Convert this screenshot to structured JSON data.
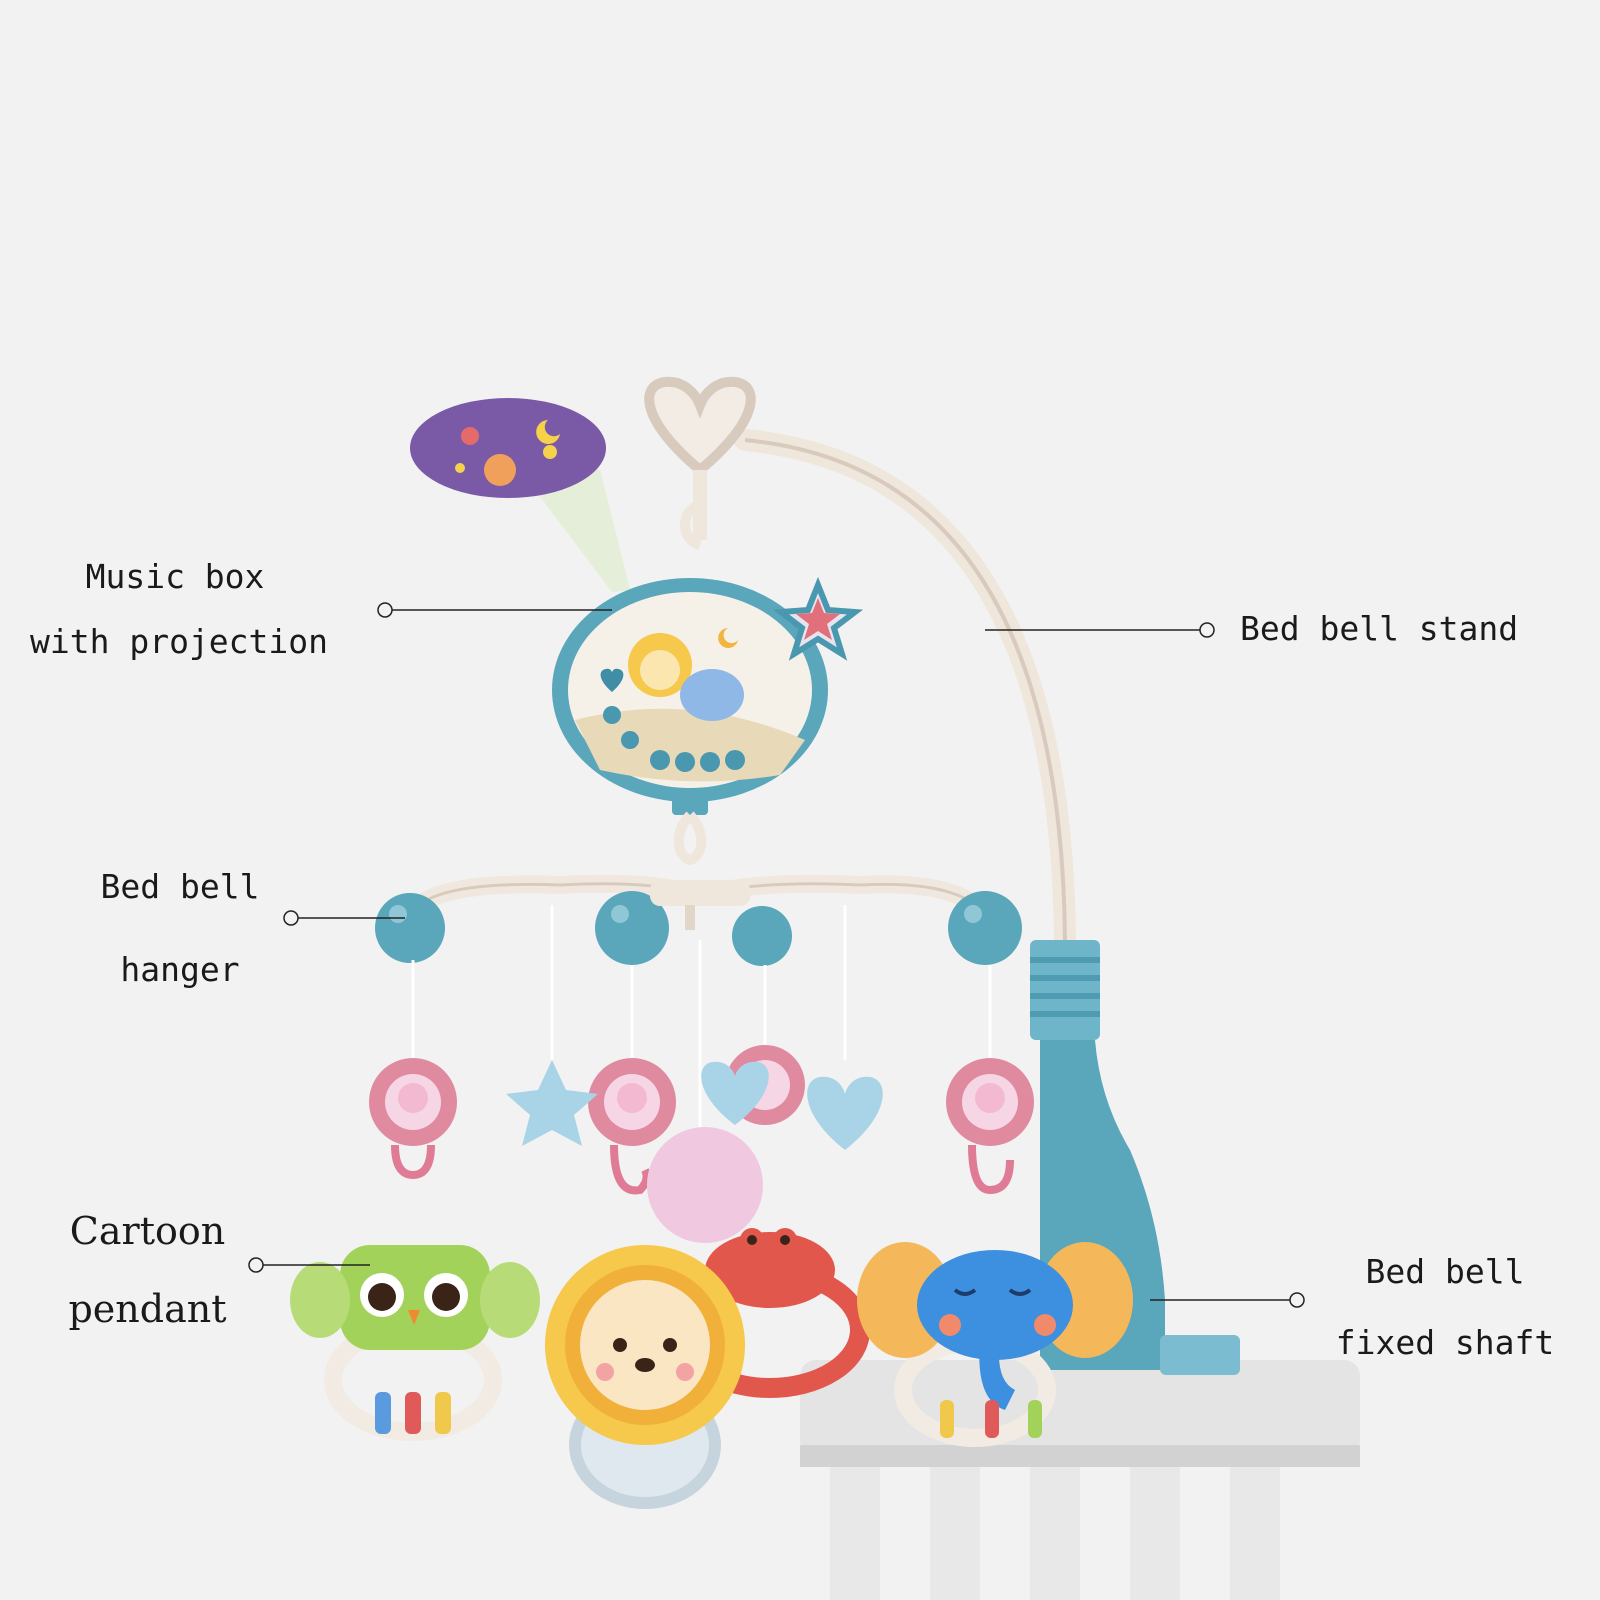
{
  "callouts": {
    "music_box": {
      "line1": "Music box",
      "line2": "with projection"
    },
    "stand": {
      "line1": "Bed bell stand"
    },
    "hanger": {
      "line1": "Bed bell",
      "line2": "hanger"
    },
    "pendant": {
      "line1": "Cartoon",
      "line2": "pendant"
    },
    "fixed_shaft": {
      "line1": "Bed bell",
      "line2": "fixed shaft"
    }
  },
  "colors": {
    "background": "#f2f2f2",
    "teal": "#5aa6bb",
    "teal_dark": "#3f8ea5",
    "cream": "#f3ece4",
    "pink_flower": "#e08aa0",
    "pink_ball": "#f0c9e0",
    "light_blue": "#a9d3e6",
    "green_owl": "#a3d25a",
    "yellow_lion": "#f6c84b",
    "red_crab": "#e2574c",
    "blue_elephant": "#3d8fe0",
    "projection_purple": "#7a5aa6",
    "crib": "#e3e3e3"
  },
  "icons": [
    "heart-icon",
    "star-icon",
    "moon-icon",
    "flower-icon",
    "owl-icon",
    "lion-icon",
    "crab-icon",
    "elephant-icon"
  ]
}
